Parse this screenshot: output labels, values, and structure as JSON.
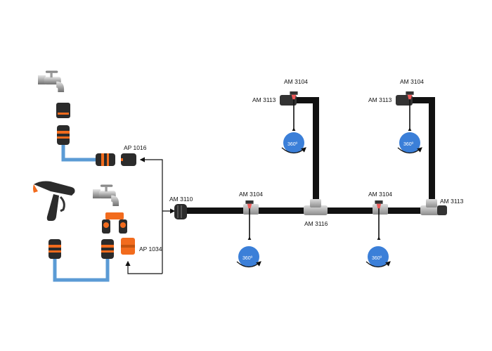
{
  "colors": {
    "pipe": "#111111",
    "hose": "#5b9bd5",
    "accent_orange": "#f26b1d",
    "connector_dark": "#2b2b2b",
    "fitting_grey": "#b8b8b8",
    "spray_blue": "#3b7fd8",
    "label_text": "#111111"
  },
  "labels": {
    "ap1016": "AP 1016",
    "ap1034": "AP 1034",
    "am3110": "AM 3110",
    "am3104_line_left": "AM 3104",
    "am3104_line_right": "AM 3104",
    "am3104_riser_left": "AM 3104",
    "am3104_riser_right": "AM 3104",
    "am3113_riser_left": "AM 3113",
    "am3113_riser_right": "AM 3113",
    "am3113_end": "AM 3113",
    "am3116": "AM 3116"
  },
  "spray_pattern": "360º",
  "icons": {
    "tap": "tap-icon",
    "spray_gun": "spray-gun-icon",
    "splitter": "y-splitter-icon",
    "sprinkler": "micro-sprinkler-icon",
    "spray_circle": "spray-circle-icon"
  }
}
